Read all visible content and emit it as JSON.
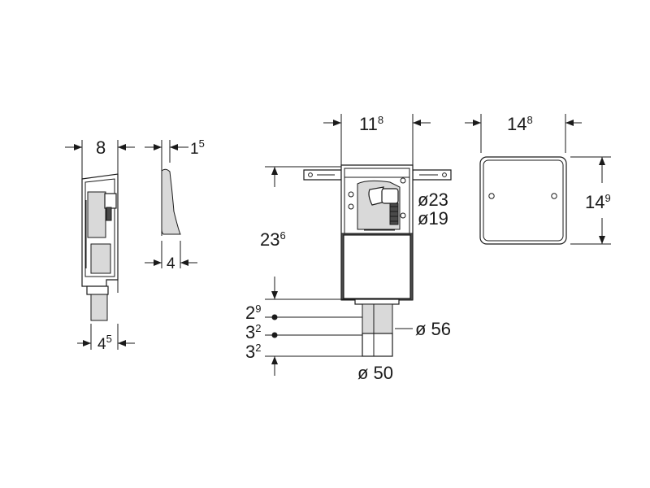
{
  "dimensions": {
    "side_width": {
      "main": "8",
      "sup": ""
    },
    "profile_thickness": {
      "main": "1",
      "sup": "5"
    },
    "profile_base": {
      "main": "4",
      "sup": ""
    },
    "side_bottom": {
      "main": "4",
      "sup": "5"
    },
    "front_width": {
      "main": "11",
      "sup": "8"
    },
    "front_height": {
      "main": "23",
      "sup": "6"
    },
    "cover_width": {
      "main": "14",
      "sup": "8"
    },
    "cover_height": {
      "main": "14",
      "sup": "9"
    },
    "offset_1": {
      "main": "2",
      "sup": "9"
    },
    "offset_2": {
      "main": "3",
      "sup": "2"
    },
    "offset_3": {
      "main": "3",
      "sup": "2"
    }
  },
  "diameters": {
    "connection_large": "ø23",
    "connection_small": "ø19",
    "outlet_outer": "ø 56",
    "outlet_inner": "ø 50"
  }
}
